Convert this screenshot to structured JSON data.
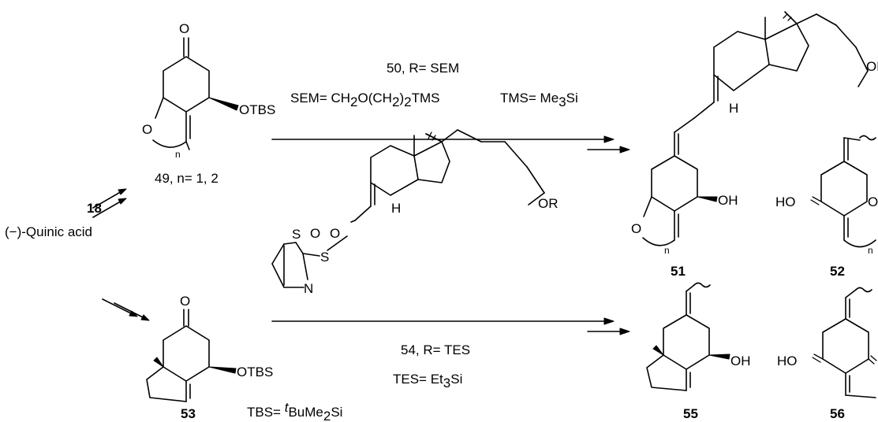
{
  "compounds": {
    "c18": "18",
    "quinic": "(−)-Quinic acid",
    "c49": "49",
    "c49_suffix": ", n= 1, 2",
    "c50": "50",
    "c50_suffix": ", R= SEM",
    "c51": "51",
    "c52": "52",
    "c53": "53",
    "c54": "54",
    "c54_suffix": ", R= TES",
    "c55": "55",
    "c56": "56"
  },
  "definitions": {
    "sem_prefix": "SEM= CH",
    "sem_sub1": "2",
    "sem_mid1": "O(CH",
    "sem_sub2": "2",
    "sem_mid2": ")",
    "sem_sub3": "2",
    "sem_tail": "TMS",
    "tms_prefix": "TMS= Me",
    "tms_sub": "3",
    "tms_tail": "Si",
    "tes_prefix": "TES= Et",
    "tes_sub": "3",
    "tes_tail": "Si",
    "tbs_prefix": "TBS= ",
    "tbs_sup": "t",
    "tbs_mid": "BuMe",
    "tbs_sub": "2",
    "tbs_tail": "Si"
  },
  "atoms": {
    "O": "O",
    "S": "S",
    "N": "N",
    "H": "H",
    "n": "n",
    "OTBS": "OTBS",
    "OR": "OR",
    "OH": "OH",
    "HO": "HO"
  }
}
